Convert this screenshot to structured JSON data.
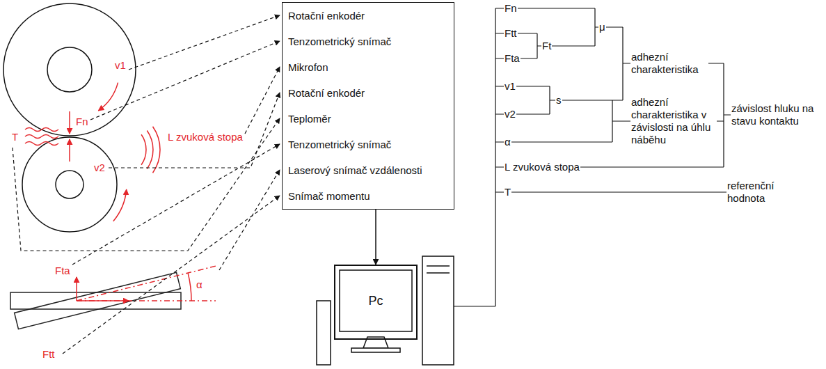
{
  "diagram": {
    "nodes": [
      {
        "text": [
          "Rotační enkodér",
          "Tenzometrický snímač",
          "Mikrofon",
          "Rotační enkodér",
          "Teploměr",
          "Tenzometrický snímač",
          "Laserový snímač vzdálenosti",
          "Snímač momentu"
        ]
      },
      {
        "text": [
          "Pc"
        ]
      }
    ],
    "edges": [
      {
        "from": 0,
        "to": 1,
        "arrow": "to"
      }
    ],
    "labels": [
      "v1",
      "Fn",
      "T",
      "L zvuková stopa",
      "v2",
      "Fta",
      "α",
      "Ftt",
      "Fn",
      "Ftt",
      "Fta",
      "Ft",
      "μ",
      "v1",
      "v2",
      "s",
      "α",
      "L zvuková stopa",
      "T",
      "adhezní charakteristika",
      "adhezní charakteristika v závislosti na úhlu náběhu",
      "závislost hluku na stavu kontaktu",
      "referenční hodnota"
    ]
  }
}
